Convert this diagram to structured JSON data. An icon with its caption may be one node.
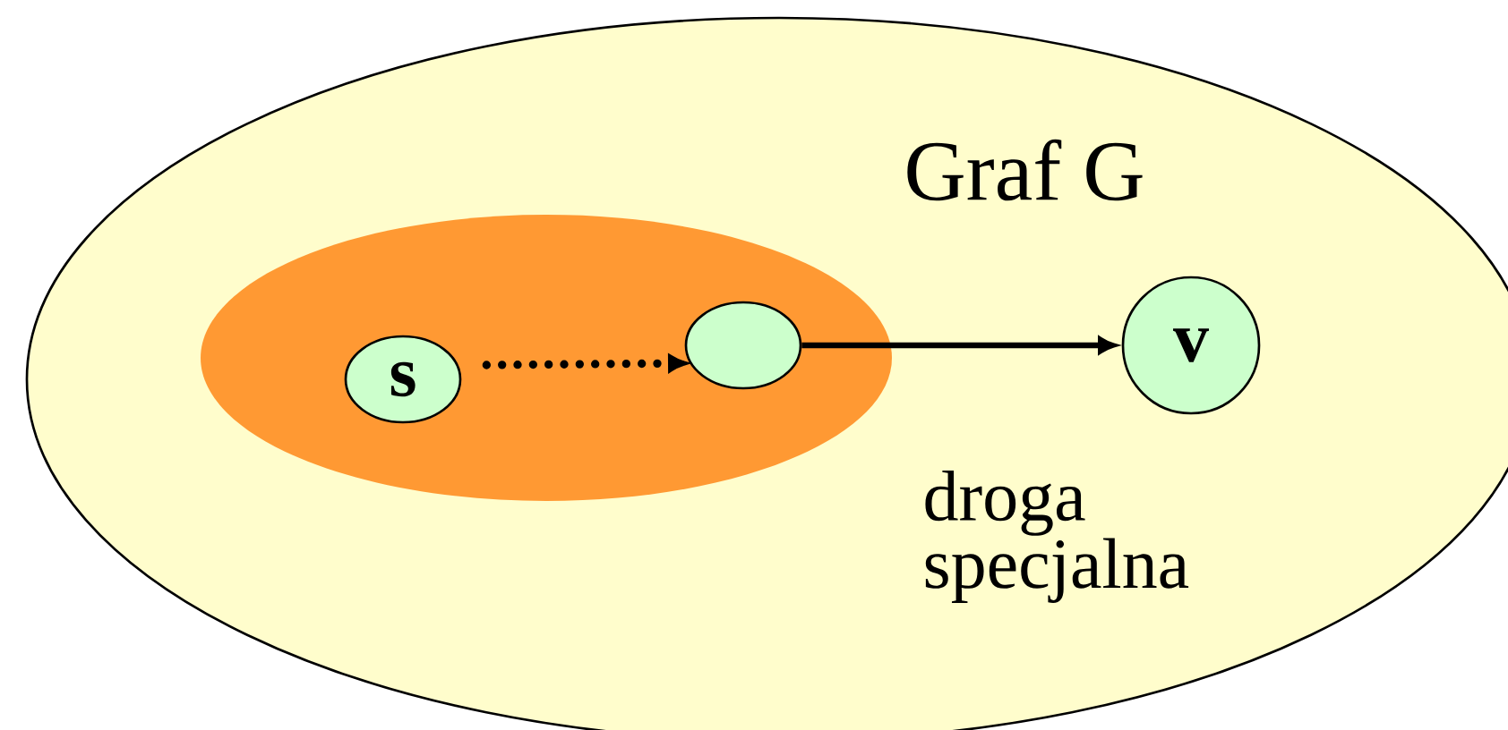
{
  "diagram": {
    "nodes": [
      {
        "text": [
          "Graf G"
        ]
      },
      {
        "text": [],
        "shape": "ellipse",
        "in": 0
      },
      {
        "text": [
          "s"
        ],
        "in": 1
      },
      {
        "text": [],
        "shape": "ellipse",
        "in": 1
      },
      {
        "text": [
          "v"
        ],
        "in": 0
      }
    ],
    "edges": [
      {
        "from": 2,
        "to": 3,
        "arrow": "to",
        "style": "dashed"
      },
      {
        "from": 3,
        "to": 4,
        "arrow": "to",
        "label": "droga specjalna"
      }
    ]
  }
}
